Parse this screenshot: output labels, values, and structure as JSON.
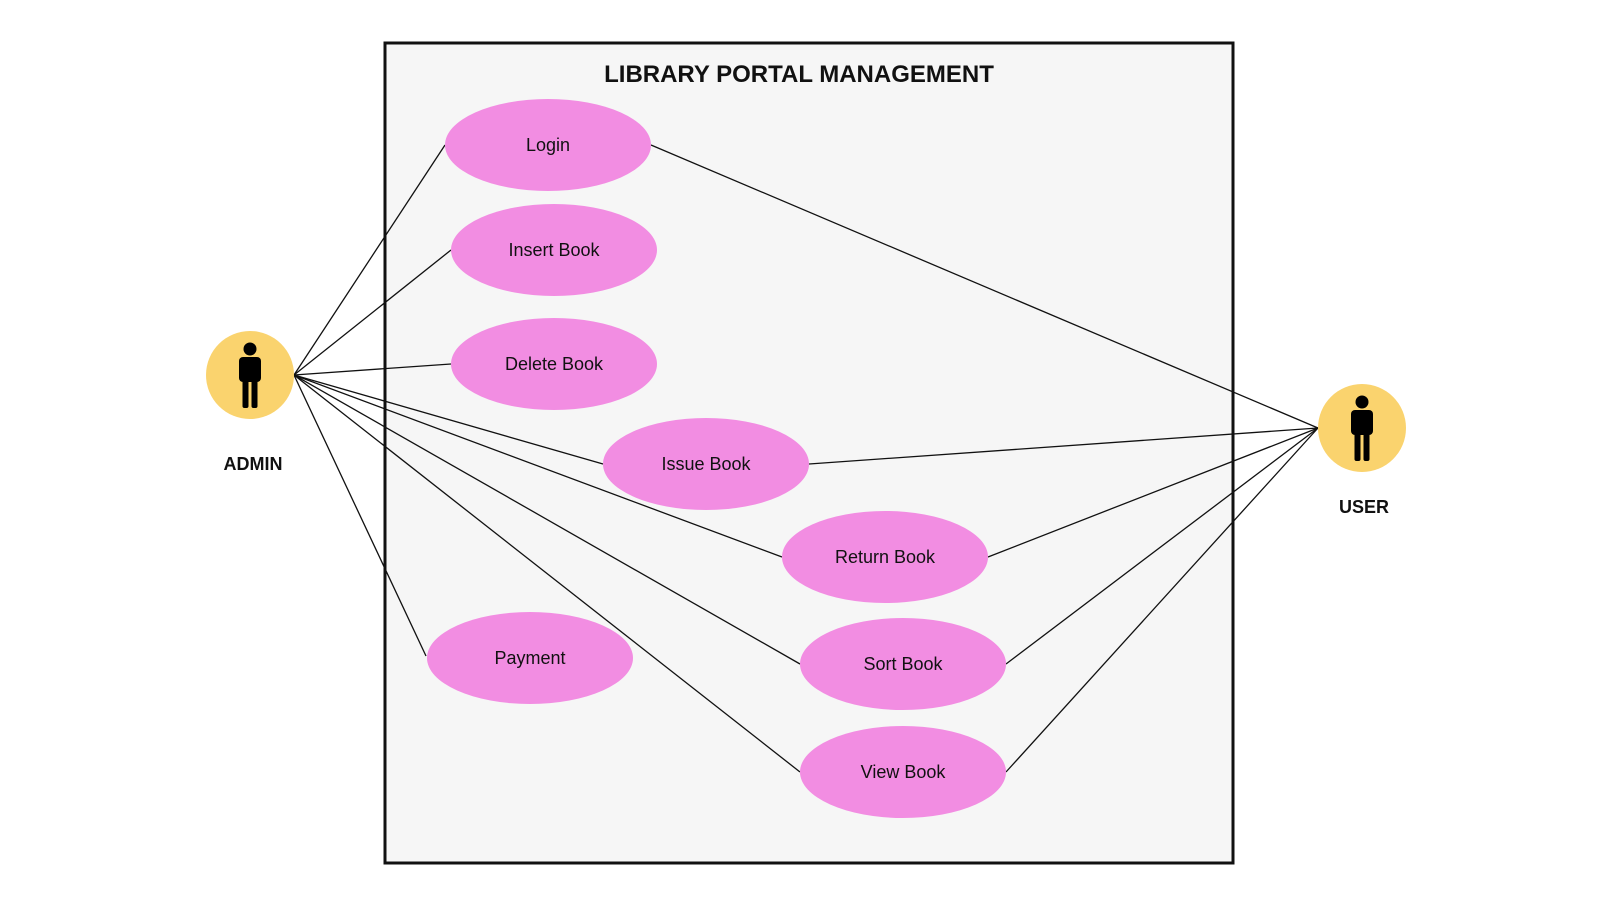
{
  "title": "LIBRARY PORTAL MANAGEMENT",
  "colors": {
    "background": "#ffffff",
    "system_fill": "#f6f6f6",
    "system_border": "#111111",
    "use_case_fill": "#f28de2",
    "actor_fill": "#fad36e",
    "actor_icon": "#000000",
    "line": "#111111"
  },
  "actors": {
    "admin": {
      "label": "ADMIN",
      "icon": "person-icon"
    },
    "user": {
      "label": "USER",
      "icon": "person-icon"
    }
  },
  "use_cases": {
    "login": "Login",
    "insert": "Insert Book",
    "delete": "Delete Book",
    "issue": "Issue Book",
    "return": "Return Book",
    "payment": "Payment",
    "sort": "Sort Book",
    "view": "View Book"
  },
  "associations": {
    "admin": [
      "login",
      "insert",
      "delete",
      "issue",
      "return",
      "sort",
      "view",
      "payment"
    ],
    "user": [
      "login",
      "issue",
      "return",
      "sort",
      "view"
    ]
  }
}
